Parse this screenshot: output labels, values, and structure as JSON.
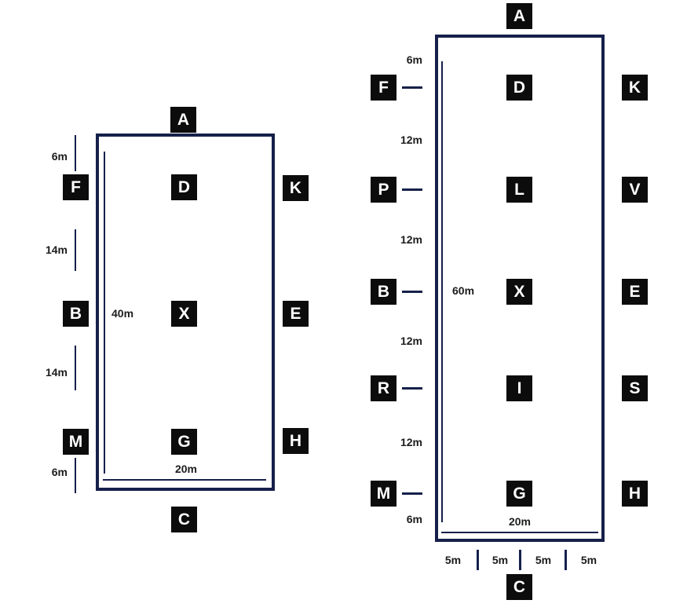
{
  "colors": {
    "line_navy": "#16204a",
    "marker_background": "#0c0c0c",
    "marker_text": "#ffffff",
    "measurement_text": "#1c1c1c",
    "page_background": "#ffffff"
  },
  "small_arena": {
    "top_letter": "A",
    "bottom_letter": "C",
    "left": {
      "letters": [
        "F",
        "B",
        "M"
      ],
      "measurements": [
        "6m",
        "14m",
        "14m",
        "6m"
      ]
    },
    "right_letters": [
      "K",
      "E",
      "H"
    ],
    "centerline_letters": [
      "D",
      "X",
      "G"
    ],
    "length_label": "40m",
    "width_label": "20m"
  },
  "large_arena": {
    "top_letter": "A",
    "bottom_letter": "C",
    "left": {
      "letters": [
        "F",
        "P",
        "B",
        "R",
        "M"
      ],
      "measurements": [
        "6m",
        "12m",
        "12m",
        "12m",
        "12m",
        "6m"
      ]
    },
    "right_letters": [
      "K",
      "V",
      "E",
      "S",
      "H"
    ],
    "centerline_letters": [
      "D",
      "L",
      "X",
      "I",
      "G"
    ],
    "length_label": "60m",
    "width_label": "20m",
    "bottom_scale": [
      "5m",
      "5m",
      "5m",
      "5m"
    ]
  }
}
